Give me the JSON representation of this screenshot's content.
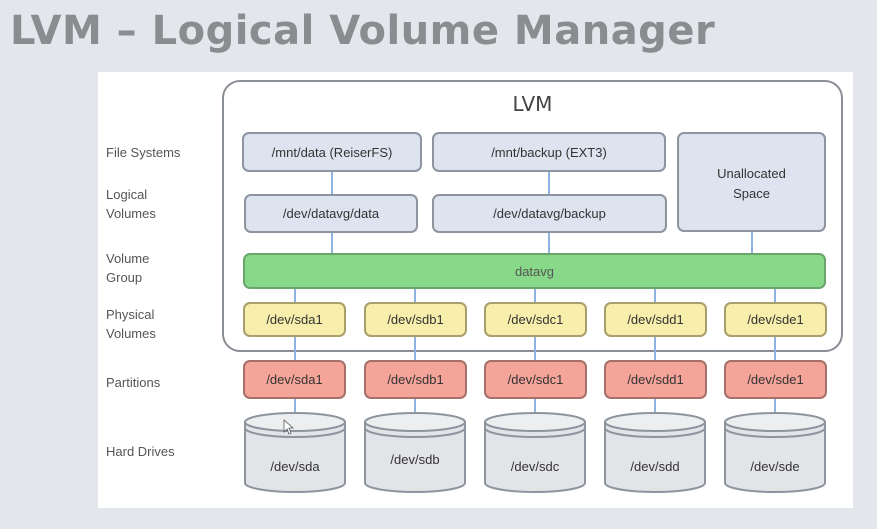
{
  "title": "LVM – Logical Volume Manager",
  "diagram": {
    "lvm_title": "LVM",
    "row_labels": {
      "file_systems": "File Systems",
      "logical_volumes_1": "Logical",
      "logical_volumes_2": "Volumes",
      "volume_group_1": "Volume",
      "volume_group_2": "Group",
      "physical_volumes_1": "Physical",
      "physical_volumes_2": "Volumes",
      "partitions": "Partitions",
      "hard_drives": "Hard Drives"
    },
    "file_systems": [
      "/mnt/data (ReiserFS)",
      "/mnt/backup (EXT3)"
    ],
    "unallocated_1": "Unallocated",
    "unallocated_2": "Space",
    "logical_volumes": [
      "/dev/datavg/data",
      "/dev/datavg/backup"
    ],
    "volume_group": "datavg",
    "physical_volumes": [
      "/dev/sda1",
      "/dev/sdb1",
      "/dev/sdc1",
      "/dev/sdd1",
      "/dev/sde1"
    ],
    "partitions": [
      "/dev/sda1",
      "/dev/sdb1",
      "/dev/sdc1",
      "/dev/sdd1",
      "/dev/sde1"
    ],
    "hard_drives": [
      "/dev/sda",
      "/dev/sdb",
      "/dev/sdc",
      "/dev/sdd",
      "/dev/sde"
    ],
    "colors": {
      "fs_fill": "#dde4f0",
      "vg_fill": "#88d88a",
      "pv_fill": "#f7eeac",
      "partition_fill": "#f5a49a",
      "disk_fill": "#e2e4e7",
      "connector": "#8fb3e0"
    }
  }
}
